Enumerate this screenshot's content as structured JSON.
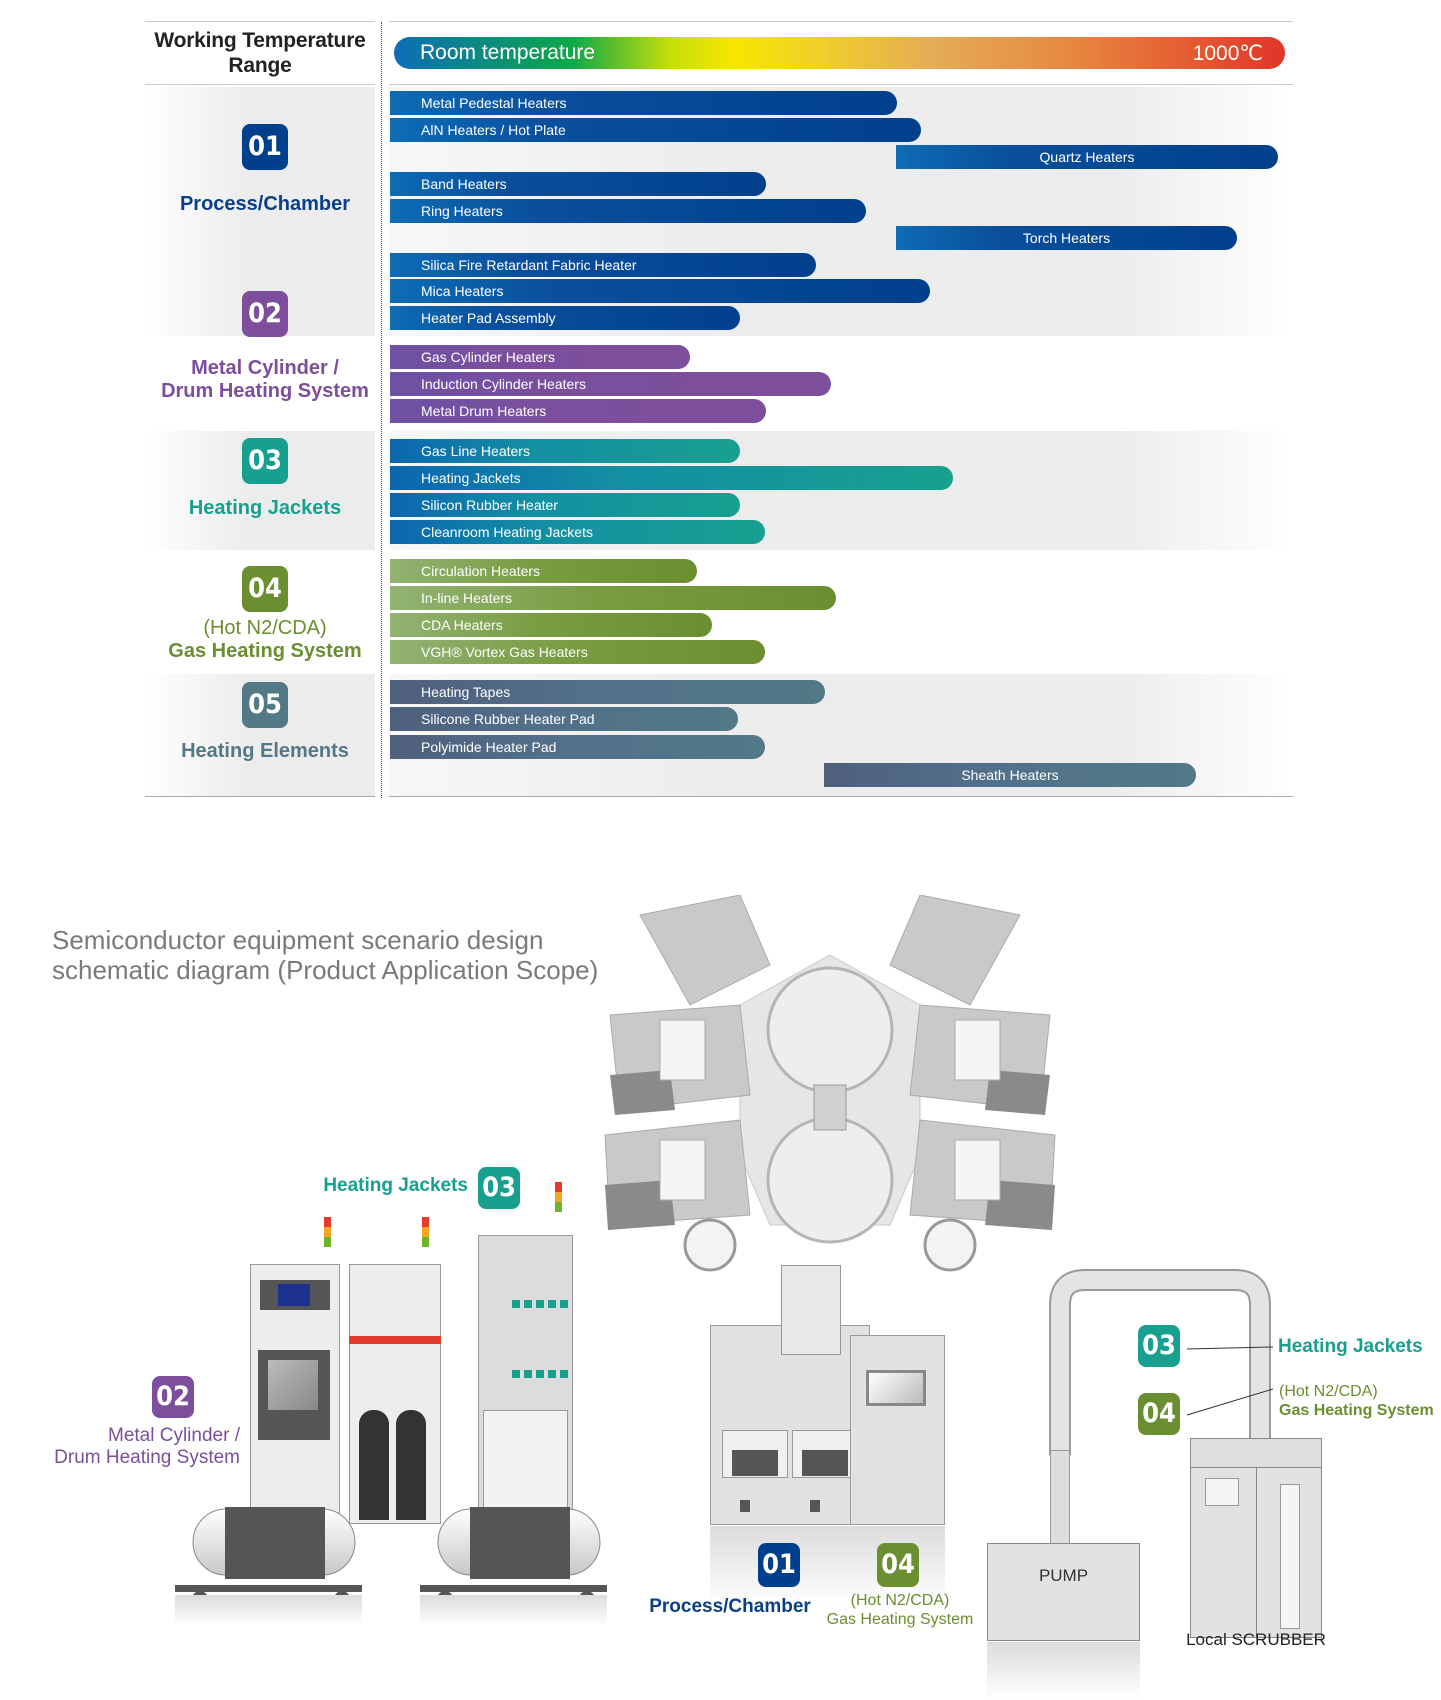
{
  "chart_data": {
    "type": "bar",
    "orientation": "horizontal-range",
    "title": "Working Temperature Range",
    "xlabel": "Temperature",
    "x_range_labels": {
      "min": "Room temperature",
      "max": "1000℃"
    },
    "xlim": [
      0,
      1000
    ],
    "groups": [
      {
        "id": "01",
        "name": "Process/Chamber",
        "color": "#003f8c",
        "items": [
          {
            "label": "Metal Pedestal Heaters",
            "start": 0,
            "end": 570
          },
          {
            "label": "AlN Heaters / Hot Plate",
            "start": 0,
            "end": 597
          },
          {
            "label": "Quartz Heaters",
            "start": 570,
            "end": 1000
          },
          {
            "label": "Band Heaters",
            "start": 0,
            "end": 424
          },
          {
            "label": "Ring Heaters",
            "start": 0,
            "end": 535
          },
          {
            "label": "Torch Heaters",
            "start": 570,
            "end": 955
          },
          {
            "label": "Silica Fire Retardant Fabric Heater",
            "start": 0,
            "end": 480
          },
          {
            "label": "Mica Heaters",
            "start": 0,
            "end": 607
          },
          {
            "label": "Heater Pad Assembly",
            "start": 0,
            "end": 395
          }
        ]
      },
      {
        "id": "02",
        "name": "Metal Cylinder / Drum Heating System",
        "color": "#7c4e9c",
        "items": [
          {
            "label": "Gas Cylinder Heaters",
            "start": 0,
            "end": 340
          },
          {
            "label": "Induction Cylinder Heaters",
            "start": 0,
            "end": 495
          },
          {
            "label": "Metal Drum Heaters",
            "start": 0,
            "end": 424
          }
        ]
      },
      {
        "id": "03",
        "name": "Heating Jackets",
        "color": "#17a08f",
        "items": [
          {
            "label": "Gas Line Heaters",
            "start": 0,
            "end": 395
          },
          {
            "label": "Heating Jackets",
            "start": 0,
            "end": 632
          },
          {
            "label": "Silicon Rubber Heater",
            "start": 0,
            "end": 395
          },
          {
            "label": "Cleanroom Heating Jackets",
            "start": 0,
            "end": 422
          }
        ]
      },
      {
        "id": "04",
        "name": "(Hot N2/CDA) Gas Heating System",
        "color": "#6a8e30",
        "items": [
          {
            "label": "Circulation Heaters",
            "start": 0,
            "end": 346
          },
          {
            "label": "In-line Heaters",
            "start": 0,
            "end": 502
          },
          {
            "label": "CDA Heaters",
            "start": 0,
            "end": 363
          },
          {
            "label": "VGH® Vortex Gas Heaters",
            "start": 0,
            "end": 422
          }
        ]
      },
      {
        "id": "05",
        "name": "Heating Elements",
        "color": "#537886",
        "items": [
          {
            "label": "Heating Tapes",
            "start": 0,
            "end": 490
          },
          {
            "label": "Silicone  Rubber Heater Pad",
            "start": 0,
            "end": 392
          },
          {
            "label": "Polyimide Heater Pad",
            "start": 0,
            "end": 422
          },
          {
            "label": "Sheath Heaters",
            "start": 485,
            "end": 903
          }
        ]
      }
    ],
    "grid": false,
    "legend": "left-column"
  },
  "chart": {
    "header": {
      "title": "Working Temperature Range",
      "min_label": "Room temperature",
      "max_label": "1000℃"
    },
    "sections": [
      {
        "num": "01",
        "label": "Process/Chamber"
      },
      {
        "num": "02",
        "label_line1": "Metal Cylinder /",
        "label_line2": "Drum Heating System"
      },
      {
        "num": "03",
        "label": "Heating Jackets"
      },
      {
        "num": "04",
        "label_line1": "(Hot N2/CDA)",
        "label_line2": "Gas Heating System"
      },
      {
        "num": "05",
        "label": "Heating Elements"
      }
    ],
    "bars": {
      "b01": "Metal Pedestal Heaters",
      "b02": "AlN Heaters / Hot Plate",
      "b03": "Quartz Heaters",
      "b04": "Band Heaters",
      "b05": "Ring Heaters",
      "b06": "Torch Heaters",
      "b07": "Silica Fire Retardant Fabric Heater",
      "b08": "Mica Heaters",
      "b09": "Heater Pad Assembly",
      "p01": "Gas Cylinder Heaters",
      "p02": "Induction Cylinder Heaters",
      "p03": "Metal Drum Heaters",
      "t01": "Gas Line Heaters",
      "t02": "Heating Jackets",
      "t03": "Silicon Rubber Heater",
      "t04": "Cleanroom Heating Jackets",
      "g01": "Circulation Heaters",
      "g02": "In-line Heaters",
      "g03": "CDA Heaters",
      "g04": "VGH® Vortex Gas Heaters",
      "s01": "Heating Tapes",
      "s02": "Silicone  Rubber Heater Pad",
      "s03": "Polyimide Heater Pad",
      "s04": "Sheath Heaters"
    },
    "colors": {
      "blue": "#003f8c",
      "purple": "#7c4e9c",
      "teal": "#17a08f",
      "green": "#6a8e30",
      "slate": "#537886"
    }
  },
  "diagram": {
    "title_line1": "Semiconductor equipment scenario design",
    "title_line2": "schematic diagram  (Product Application Scope)",
    "callouts": {
      "jackets_top": {
        "num": "03",
        "label": "Heating Jackets"
      },
      "cylinder": {
        "num": "02",
        "line1": "Metal Cylinder /",
        "line2": "Drum Heating System"
      },
      "process": {
        "num": "01",
        "label": "Process/Chamber"
      },
      "gas_bottom": {
        "num": "04",
        "line1": "(Hot N2/CDA)",
        "line2": "Gas Heating System"
      },
      "jackets_right": {
        "num": "03",
        "label": "Heating Jackets"
      },
      "gas_right": {
        "num": "04",
        "line1": "(Hot N2/CDA)",
        "line2": "Gas Heating System"
      }
    },
    "equipment": {
      "pump": "PUMP",
      "scrubber": "Local SCRUBBER"
    }
  }
}
